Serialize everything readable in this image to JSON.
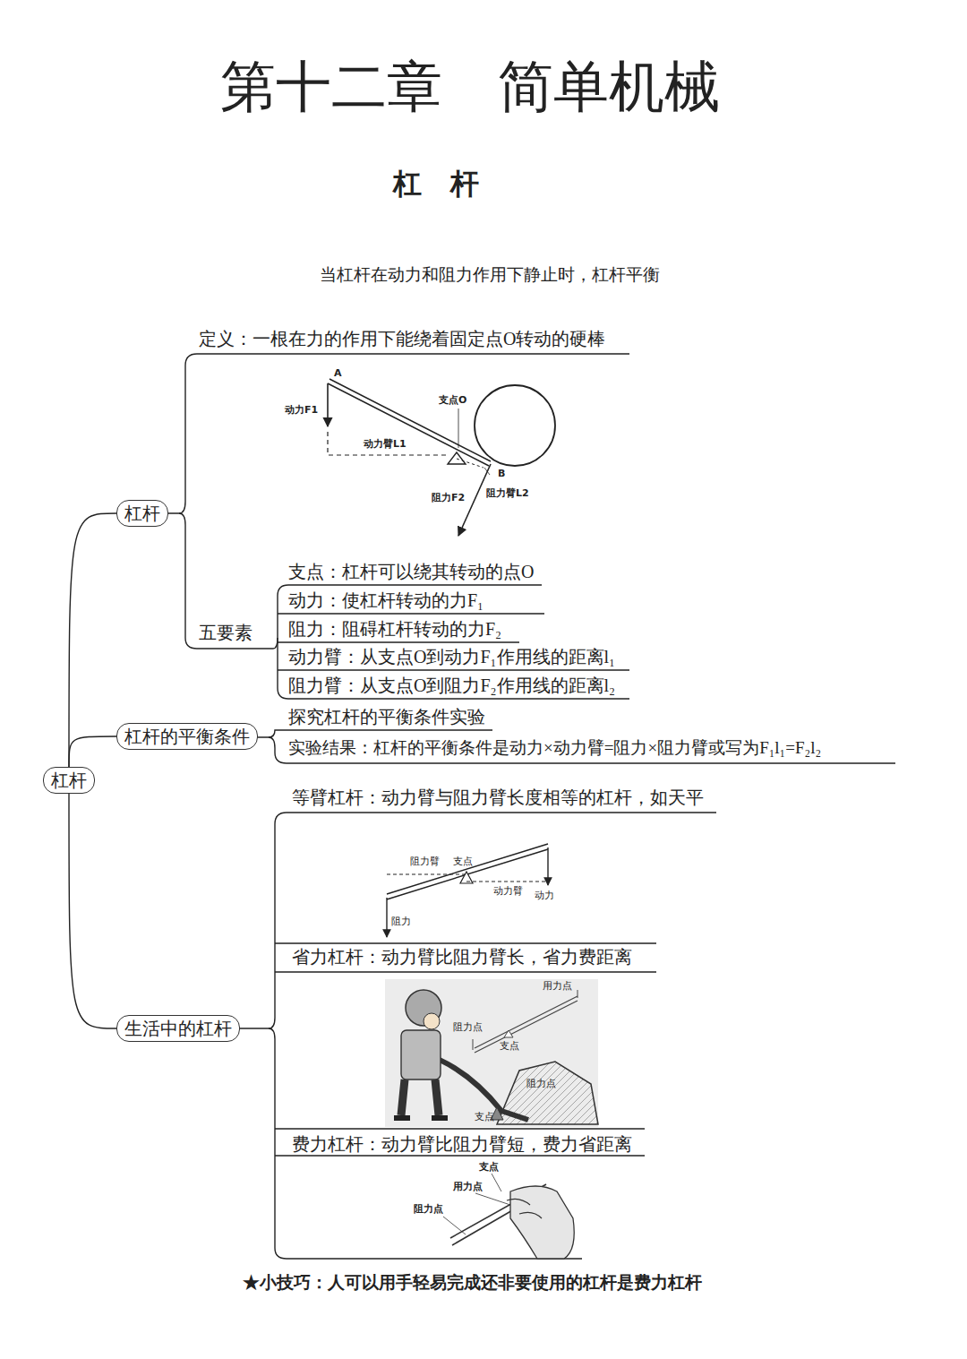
{
  "diagram": {
    "title": "第十二章　简单机械",
    "nodes": [
      {
        "text": [
          "杠杆"
        ]
      },
      {
        "text": [
          "杠杆"
        ]
      },
      {
        "text": [
          "杠杆的平衡条件"
        ]
      },
      {
        "text": [
          "生活中的杠杆"
        ]
      }
    ],
    "edges": [
      {
        "from": 0,
        "to": 1,
        "arrow": "none"
      },
      {
        "from": 0,
        "to": 2,
        "arrow": "none"
      },
      {
        "from": 0,
        "to": 3,
        "arrow": "none"
      }
    ],
    "labels": [
      "杠　杆",
      "当杠杆在动力和阻力作用下静止时，杠杆平衡",
      "定义：一根在力的作用下能绕着固定点O转动的硬棒",
      "A",
      "动力F1",
      "支点O",
      "动力臂L1",
      "B",
      "阻力F2",
      "阻力臂L2",
      "支点：杠杆可以绕其转动的点O",
      "动力：使杠杆转动的力F₁",
      "阻力：阻碍杠杆转动的力F₂",
      "动力臂：从支点O到动力F₁作用线的距离l₁",
      "阻力臂：从支点O到阻力F₂作用线的距离l₂",
      "五要素",
      "探究杠杆的平衡条件实验",
      "实验结果：杠杆的平衡条件是动力×动力臂=阻力×阻力臂或写为F₁l₁=F₂l₂",
      "等臂杠杆：动力臂与阻力臂长度相等的杠杆，如天平",
      "阻力臂",
      "支点",
      "动力臂",
      "动力",
      "阻力",
      "省力杠杆：动力臂比阻力臂长，省力费距离",
      "用力点",
      "阻力点",
      "支点",
      "阻力点",
      "支点",
      "费力杠杆：动力臂比阻力臂短，费力省距离",
      "支点",
      "用力点",
      "阻力点",
      "★小技巧：人可以用手轻易完成还非要使用的杠杆是费力杠杆"
    ]
  }
}
